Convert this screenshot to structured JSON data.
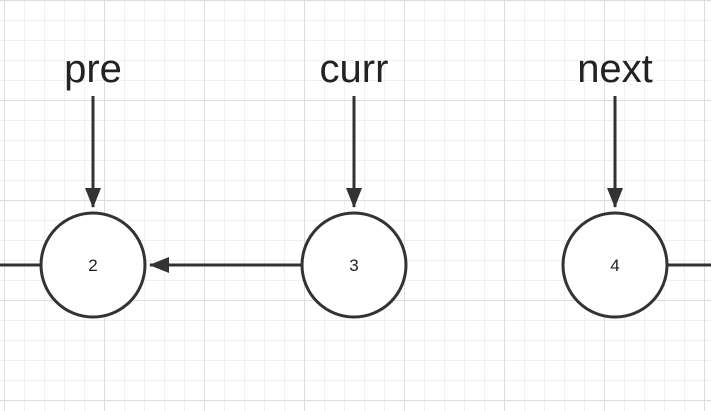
{
  "pointers": [
    {
      "label": "pre"
    },
    {
      "label": "curr"
    },
    {
      "label": "next"
    }
  ],
  "nodes": [
    {
      "value": "2"
    },
    {
      "value": "3"
    },
    {
      "value": "4"
    }
  ],
  "colors": {
    "stroke": "#333333",
    "text": "#222222",
    "grid_major": "#dddddd",
    "grid_minor": "#f0f0f0"
  }
}
